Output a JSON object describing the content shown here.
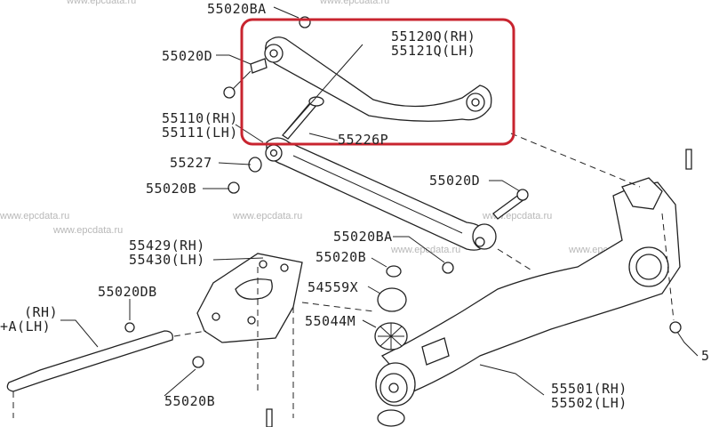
{
  "watermark": "www.epcdata.ru",
  "highlight_color": "#c8242f",
  "labels": {
    "p55020BA_top": "55020BA",
    "p55020D_left": "55020D",
    "p55120Q": "55120Q(RH)",
    "p55121Q": "55121Q(LH)",
    "p55110": "55110(RH)",
    "p55111": "55111(LH)",
    "p55226P": "55226P",
    "p55227": "55227",
    "p55020B_left": "55020B",
    "p55020D_right": "55020D",
    "p55020BA_mid": "55020BA",
    "p55429": "55429(RH)",
    "p55430": "55430(LH)",
    "p55020B_mid": "55020B",
    "p54559X": "54559X",
    "p55020DB": "55020DB",
    "rh": "(RH)",
    "a_lh": "+A(LH)",
    "p55044M": "55044M",
    "p55020B_bottom": "55020B",
    "p55501": "55501(RH)",
    "p55502": "55502(LH)",
    "p5_edge": "5"
  }
}
